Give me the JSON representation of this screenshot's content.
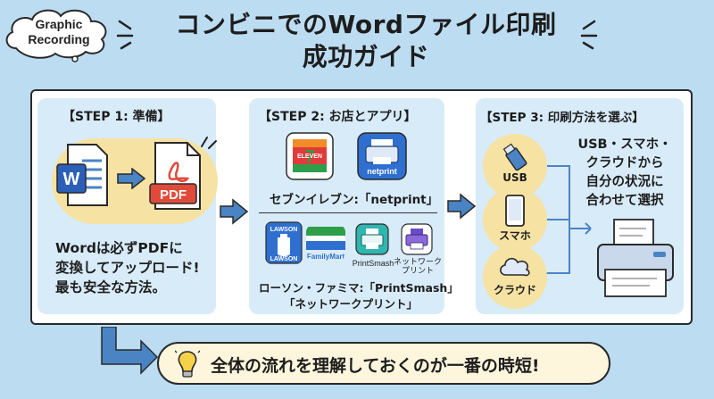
{
  "badge": {
    "line1": "Graphic",
    "line2": "Recording"
  },
  "title": {
    "line1": "コンビニでのWordファイル印刷",
    "line2": "成功ガイド"
  },
  "step1": {
    "title": "【STEP 1: 準備】",
    "icon_word": "W",
    "icon_pdf": "PDF",
    "lines": [
      "Wordは必ずPDFに",
      "変換してアップロード!",
      "最も安全な方法。"
    ]
  },
  "step2": {
    "title": "【STEP 2: お店とアプリ】",
    "seven_logo": "7",
    "seven_text": "ELEVEN",
    "netprint_label": "netprint",
    "seven_caption": "セブンイレブン:「netprint」",
    "lawson_top": "LAWSON",
    "lawson_bottom": "LAWSON",
    "familymart_label": "FamilyMart",
    "printsmash_label": "PrintSmash",
    "networkprint_label1": "ネットワーク",
    "networkprint_label2": "プリント",
    "other_caption1": "ローソン・ファミマ:「PrintSmash」",
    "other_caption2": "「ネットワークプリント」"
  },
  "step3": {
    "title": "【STEP 3: 印刷方法を選ぶ】",
    "usb_label": "USB",
    "phone_label": "スマホ",
    "cloud_label": "クラウド",
    "lines": [
      "USB・スマホ・",
      "クラウドから",
      "自分の状況に",
      "合わせて選択"
    ]
  },
  "tip": {
    "text": "全体の流れを理解しておくのが一番の時短!"
  },
  "colors": {
    "background": "#bcdcf2",
    "panel": "#d8ebf8",
    "highlight": "#f6e2a3",
    "arrow": "#4a84c4",
    "pdf_red": "#e04a3a",
    "word_blue": "#2c5fb8"
  }
}
